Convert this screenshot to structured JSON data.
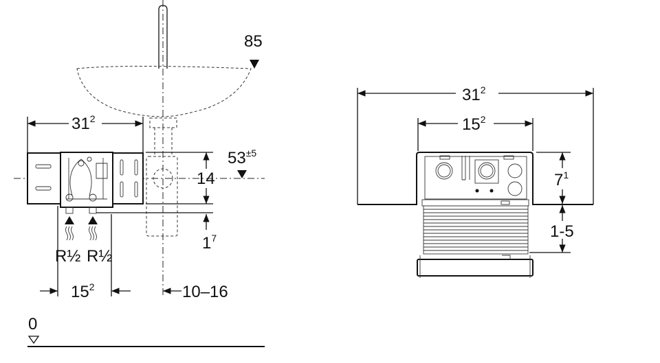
{
  "left_view": {
    "dim_spout_height": {
      "base": "85",
      "sup": ""
    },
    "dim_width": {
      "base": "31",
      "sup": "2"
    },
    "dim_height_range": {
      "base": "53",
      "sup": "±5"
    },
    "dim_box_height": {
      "base": "14",
      "sup": ""
    },
    "dim_offset": {
      "base": "1",
      "sup": "7"
    },
    "inlet_left": {
      "base": "R½",
      "sup": ""
    },
    "inlet_right": {
      "base": "R½",
      "sup": ""
    },
    "dim_inlet_spacing": {
      "base": "15",
      "sup": "2"
    },
    "dim_wall_depth": {
      "base": "10–16",
      "sup": ""
    },
    "floor_level": {
      "base": "0",
      "sup": ""
    }
  },
  "right_view": {
    "dim_total_width": {
      "base": "31",
      "sup": "2"
    },
    "dim_box_width": {
      "base": "15",
      "sup": "2"
    },
    "dim_box_depth": {
      "base": "7",
      "sup": "1"
    },
    "dim_extension": {
      "base": "1-5",
      "sup": ""
    }
  }
}
